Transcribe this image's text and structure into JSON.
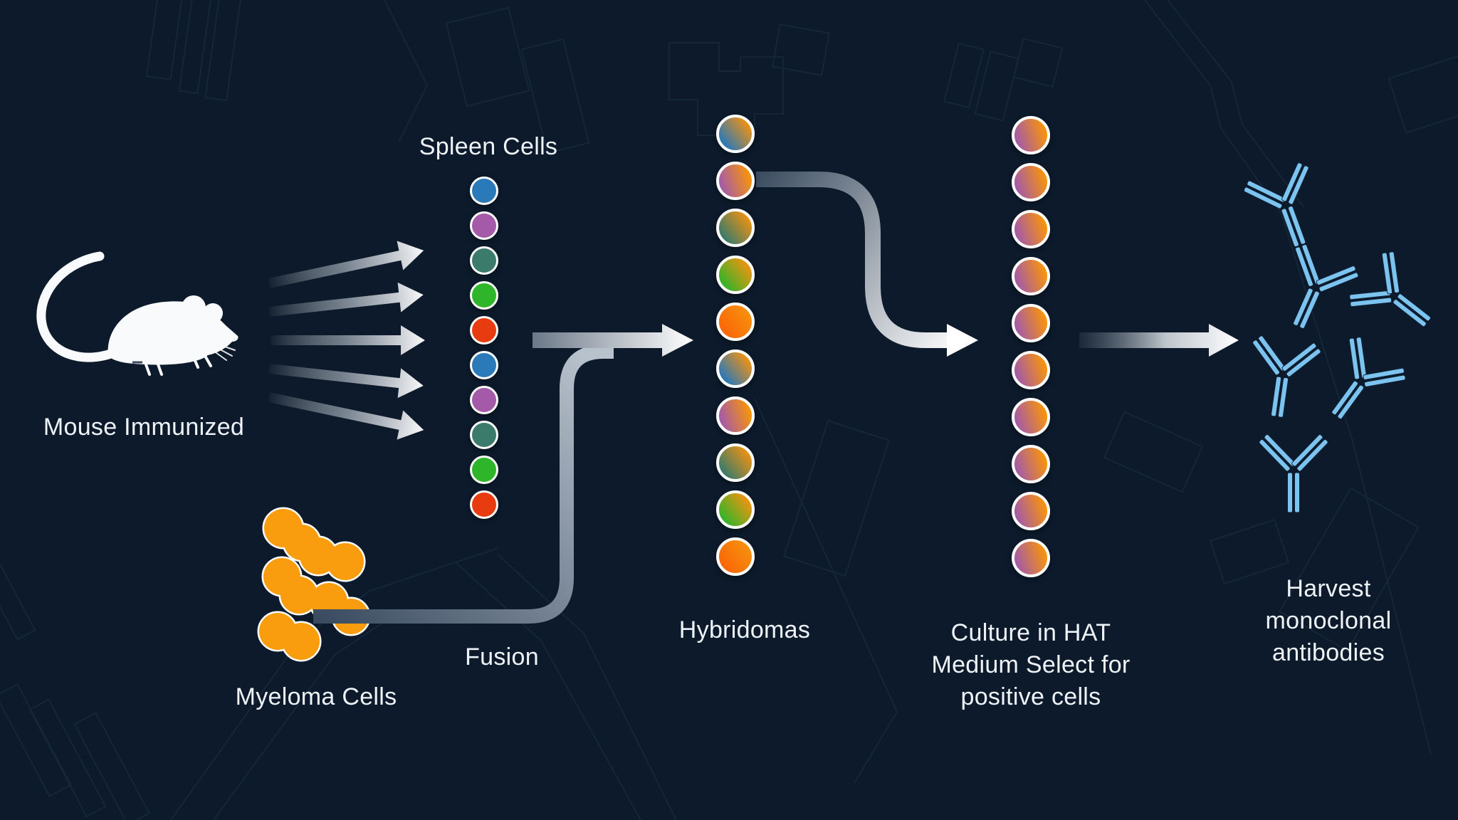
{
  "palette": {
    "background": "#0c1a2b",
    "pattern": "#1f3349",
    "text": "#eef3f7",
    "cell_stroke": "#ffffff",
    "mouse": "#f8fafc",
    "myeloma": "#f99c0e",
    "antibody": "#7cc4ef",
    "blue": "#2a79b8",
    "purple": "#a45aa8",
    "teal": "#3b7b6b",
    "green": "#2fb52a",
    "red": "#e93b10",
    "orange": "#f6930f",
    "orange_deep": "#fb6205"
  },
  "stages": {
    "mouse": {
      "label": "Mouse Immunized"
    },
    "spleen": {
      "label": "Spleen Cells",
      "cells": [
        "blue",
        "purple",
        "teal",
        "green",
        "red",
        "blue",
        "purple",
        "teal",
        "green",
        "red"
      ]
    },
    "myeloma": {
      "label": "Myeloma Cells",
      "blob_count": 5
    },
    "fusion": {
      "label": "Fusion"
    },
    "hybridomas": {
      "label": "Hybridomas",
      "cells": [
        "blue-orange",
        "purple-orange",
        "teal-orange",
        "green-orange",
        "orange",
        "blue-orange",
        "purple-orange",
        "teal-orange",
        "green-orange",
        "orange"
      ]
    },
    "hat": {
      "lines": [
        "Culture in HAT",
        "Medium Select for",
        "positive cells"
      ],
      "cells": [
        "purple-orange",
        "purple-orange",
        "purple-orange",
        "purple-orange",
        "purple-orange",
        "purple-orange",
        "purple-orange",
        "purple-orange",
        "purple-orange",
        "purple-orange"
      ]
    },
    "harvest": {
      "lines": [
        "Harvest",
        "monoclonal",
        "antibodies"
      ],
      "antibody_count": 6
    }
  }
}
